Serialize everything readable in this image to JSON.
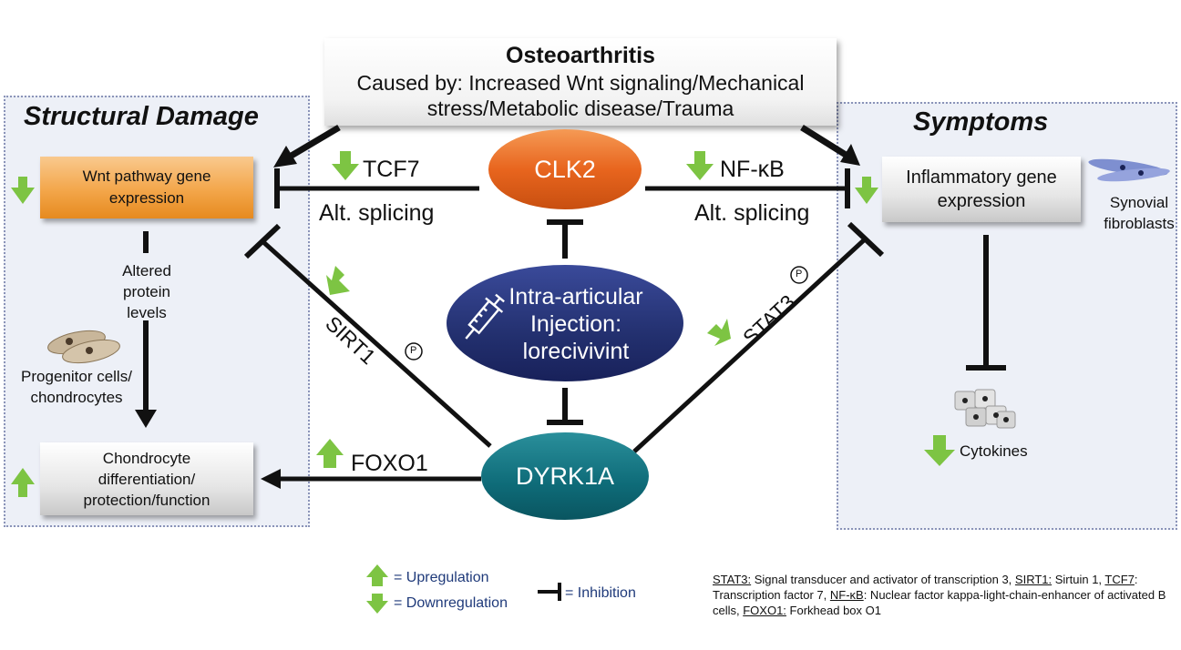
{
  "header": {
    "title": "Osteoarthritis",
    "subtitle": "Caused by: Increased Wnt signaling/Mechanical stress/Metabolic disease/Trauma"
  },
  "left_panel": {
    "title": "Structural Damage",
    "wnt_box": "Wnt pathway gene expression",
    "altered_label": "Altered protein levels",
    "progenitor_label": "Progenitor cells/ chondrocytes",
    "chondro_box": "Chondrocyte differentiation/ protection/function"
  },
  "right_panel": {
    "title": "Symptoms",
    "inflam_box": "Inflammatory gene expression",
    "synovial_label": "Synovial fibroblasts",
    "cytokines_label": "Cytokines"
  },
  "center": {
    "clk2": "CLK2",
    "dyrk1a": "DYRK1A",
    "injection_line1": "Intra-articular",
    "injection_line2": "Injection:",
    "injection_line3": "lorecivivint",
    "tcf7": "TCF7",
    "nfkb": "NF-κB",
    "alt_splicing_left": "Alt. splicing",
    "alt_splicing_right": "Alt. splicing",
    "sirt1": "SIRT1",
    "stat3": "STAT3",
    "foxo1": "FOXO1",
    "phospho": "P"
  },
  "legend": {
    "up": "= Upregulation",
    "down": "= Downregulation",
    "inhibition": "= Inhibition"
  },
  "abbreviations": [
    {
      "abbr": "STAT3:",
      "text": " Signal transducer and activator of transcription 3, "
    },
    {
      "abbr": "SIRT1:",
      "text": " Sirtuin 1, "
    },
    {
      "abbr": "TCF7",
      "text": ": Transcription factor 7, "
    },
    {
      "abbr": "NF-κB",
      "text": ": Nuclear factor kappa-light-chain-enhancer of activated B cells, "
    },
    {
      "abbr": "FOXO1:",
      "text": " Forkhead box O1"
    }
  ],
  "colors": {
    "up_arrow": "#7dc443",
    "down_arrow": "#7dc443",
    "clk2": "#e8651e",
    "injection": "#23306f",
    "dyrk1a": "#0e6b78",
    "wnt_box": "#f3a64a",
    "legend_text": "#1f3a7a"
  }
}
